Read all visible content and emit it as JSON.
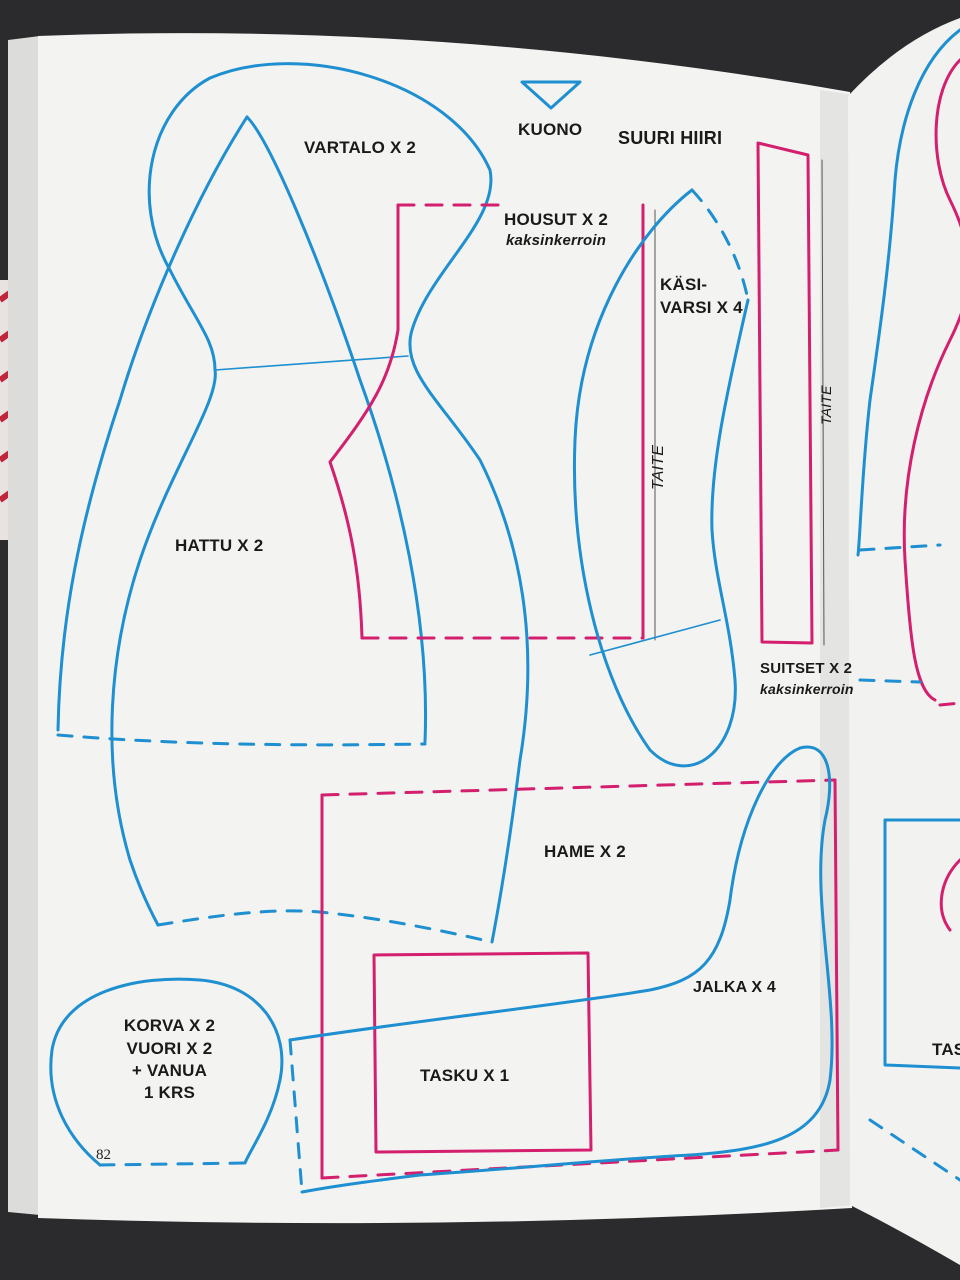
{
  "book": {
    "page_number": "82",
    "colors": {
      "blue": "#1e8fd0",
      "pink": "#d41f6e",
      "paper": "#f3f3f1"
    }
  },
  "pattern": {
    "title": "SUURI HIIRI",
    "pieces": {
      "kuono": "KUONO",
      "vartalo": "VARTALO X 2",
      "housut": "HOUSUT X 2",
      "housut_note": "kaksinkerroin",
      "kasivarsi_line1": "KÄSI-",
      "kasivarsi_line2": "VARSI X 4",
      "taite_left": "TAITE",
      "taite_right": "TAITE",
      "hattu": "HATTU X 2",
      "suitset": "SUITSET X 2",
      "suitset_note": "kaksinkerroin",
      "hame": "HAME X 2",
      "jalka": "JALKA X 4",
      "korva_line1": "KORVA X 2",
      "korva_line2": "VUORI X 2",
      "korva_line3": "+ VANUA",
      "korva_line4": "1 KRS",
      "tasku": "TASKU X 1"
    },
    "next_page_fragment": "TAS"
  }
}
